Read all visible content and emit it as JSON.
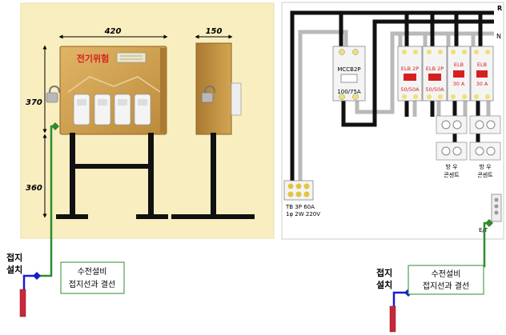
{
  "dimensions": {
    "width_top": "420",
    "width_side": "150",
    "height_upper": "370",
    "height_lower": "360"
  },
  "box_label": "전기위험",
  "ground_left": {
    "label": [
      "접지",
      "설치"
    ],
    "callout": [
      "수전설비",
      "접지선과 결선"
    ]
  },
  "ground_right": {
    "label": [
      "접지",
      "설치"
    ],
    "callout": [
      "수전설비",
      "접지선과 결선"
    ]
  },
  "wiring": {
    "bus_r": "R",
    "bus_n": "N",
    "mccb": {
      "name": "MCCB2P",
      "rating": "100/75A"
    },
    "elb_2p": [
      {
        "name": "ELB 2P",
        "rating": "50/50A"
      },
      {
        "name": "ELB 2P",
        "rating": "50/50A"
      }
    ],
    "elb": [
      {
        "name": "ELB",
        "rating": "30 A"
      },
      {
        "name": "ELB",
        "rating": "30 A"
      }
    ],
    "outlets": [
      {
        "label": [
          "방 우",
          "콘센트"
        ]
      },
      {
        "label": [
          "방 우",
          "콘센트"
        ]
      }
    ],
    "terminal_block": [
      "TB 3P 60A",
      "1φ 2W 220V"
    ],
    "earth_terminal": "E/T"
  },
  "colors": {
    "panel_bg": "#f9eec0",
    "cabinet": "#cf9f4a",
    "black_wire": "#111111",
    "gray_wire": "#b9b9b9",
    "ground_wire": "#2e8b2e",
    "ground_blue": "#1a1ad0",
    "rod_red": "#c8283a",
    "warning_red": "#d62020"
  }
}
